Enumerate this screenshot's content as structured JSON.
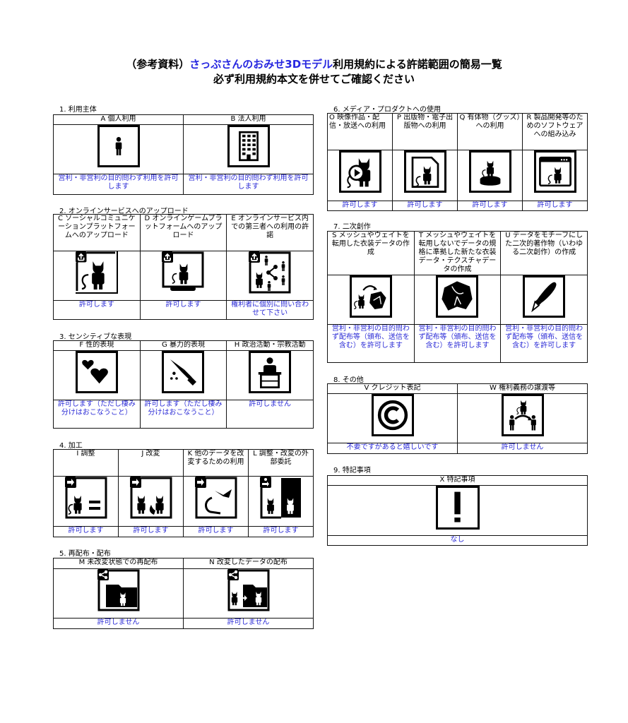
{
  "header": {
    "title_prefix": "（参考資料）",
    "title_shop": "さっぷさんのおみせ3Dモデル",
    "title_suffix": "利用規約による許諾範囲の簡易一覧",
    "subtitle": "必ず利用規約本文を併せてご確認ください"
  },
  "colors": {
    "link_blue": "#2b2bd6",
    "title_blue": "#2727e0",
    "border": "#111111"
  },
  "sections": {
    "s1": {
      "label": "1. 利用主体",
      "items": [
        {
          "header": "A 個人利用",
          "icon": "person-icon",
          "status": "営利・非営利の目的問わず利用を許可します"
        },
        {
          "header": "B 法人利用",
          "icon": "building-icon",
          "status": "営利・非営利の目的問わず利用を許可します"
        }
      ]
    },
    "s2": {
      "label": "2. オンラインサービスへのアップロード",
      "items": [
        {
          "header": "C ソーシャルコミュニケーションプラットフォームへのアップロード",
          "icon": "upload-avatar-icon",
          "status": "許可します"
        },
        {
          "header": "D オンラインゲームプラットフォームへのアップロード",
          "icon": "upload-game-icon",
          "status": "許可します"
        },
        {
          "header": "E オンラインサービス内での第三者への利用の許諾",
          "icon": "upload-share-third-party-icon",
          "status": "権利者に個別に問い合わせて下さい"
        }
      ]
    },
    "s3": {
      "label": "3. センシティブな表現",
      "items": [
        {
          "header": "F 性的表現",
          "icon": "hearts-icon",
          "status": "許可します（ただし棲み分けはおこなうこと）"
        },
        {
          "header": "G 暴力的表現",
          "icon": "knife-icon",
          "status": "許可します（ただし棲み分けはおこなうこと）"
        },
        {
          "header": "H 政治活動・宗教活動",
          "icon": "podium-speaker-icon",
          "status": "許可しません"
        }
      ]
    },
    "s4": {
      "label": "4. 加工",
      "items": [
        {
          "header": "I 調整",
          "icon": "adjust-equal-icon",
          "status": "許可します"
        },
        {
          "header": "J 改変",
          "icon": "modify-icon",
          "status": "許可します"
        },
        {
          "header": "K 他のデータを改変するための利用",
          "icon": "parts-reuse-icon",
          "status": "許可します"
        },
        {
          "header": "L 調整・改変の外部委託",
          "icon": "outsource-icon",
          "status": "許可します"
        }
      ]
    },
    "s5": {
      "label": "5. 再配布・配布",
      "items": [
        {
          "header": "M 未改変状態での再配布",
          "icon": "share-folder-icon",
          "status": "許可しません"
        },
        {
          "header": "N 改変したデータの配布",
          "icon": "share-modified-folder-icon",
          "status": "許可しません"
        }
      ]
    },
    "s6": {
      "label": "6. メディア・プロダクトへの使用",
      "items": [
        {
          "header": "O 映像作品・配信・放送への利用",
          "icon": "video-play-icon",
          "status": "許可します"
        },
        {
          "header": "P 出版物・電子出版物への利用",
          "icon": "document-icon",
          "status": "許可します"
        },
        {
          "header": "Q 有体物（グッズ）への利用",
          "icon": "figure-goods-icon",
          "status": "許可します"
        },
        {
          "header": "R 製品開発等のためのソフトウェアへの組み込み",
          "icon": "software-window-icon",
          "status": "許可します"
        }
      ]
    },
    "s7": {
      "label": "7. 二次創作",
      "items": [
        {
          "header": "S メッシュやウェイトを転用した衣装データの作成",
          "icon": "avatar-to-clothing-icon",
          "status": "営利・非営利の目的問わず配布等（頒布、送信を含む）を許可します"
        },
        {
          "header": "T メッシュやウェイトを転用しないでデータの規格に準拠した新たな衣装データ・テクスチャデータの作成",
          "icon": "clothing-icon",
          "status": "営利・非営利の目的問わず配布等（頒布、送信を含む）を許可します"
        },
        {
          "header": "U データをモチーフにした二次的著作物（いわゆる二次創作）の作成",
          "icon": "pen-nib-icon",
          "status": "営利・非営利の目的問わず配布等（頒布、送信を含む）を許可します"
        }
      ]
    },
    "s8": {
      "label": "8. その他",
      "items": [
        {
          "header": "V クレジット表記",
          "icon": "copyright-icon",
          "status": "不要ですがあると嬉しいです"
        },
        {
          "header": "W 権利義務の譲渡等",
          "icon": "transfer-rights-icon",
          "status": "許可しません"
        }
      ]
    },
    "s9": {
      "label": "9. 特記事項",
      "items": [
        {
          "header": "X 特記事項",
          "icon": "exclamation-icon",
          "status": "なし"
        }
      ]
    }
  }
}
